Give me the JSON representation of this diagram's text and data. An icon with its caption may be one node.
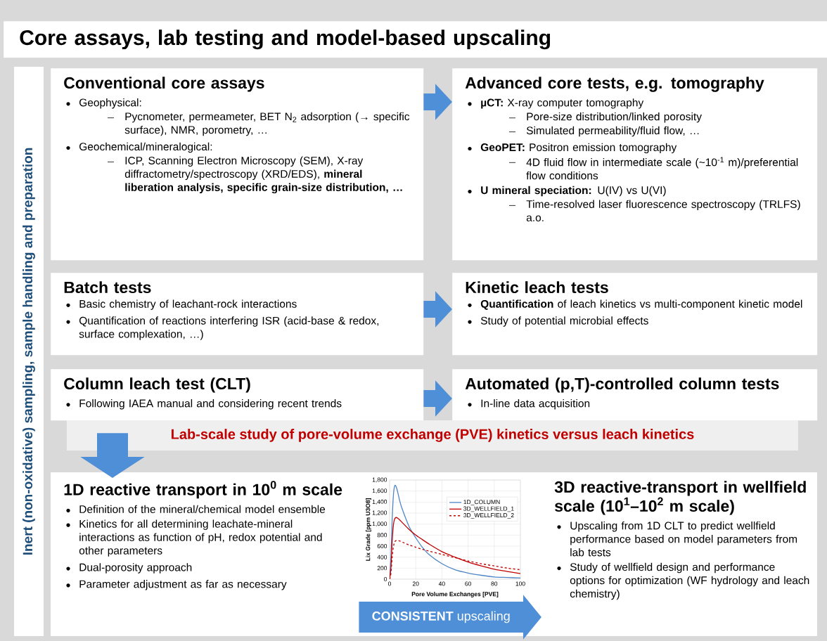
{
  "diagram": {
    "title": "Core assays, lab testing and model-based upscaling",
    "nodes": [
      {
        "text": [
          "Inert (non-oxidative) sampling, sample handling and preparation"
        ]
      },
      {
        "text": [
          "Conventional core assays",
          "Geophysical:",
          "Pycnometer, permeameter, BET N$_{2}$ adsorption (→ specific surface), NMR, porometry, …",
          "Geochemical/mineralogical:",
          "ICP, Scanning Electron Microscopy (SEM), X-ray diffractometry/spectroscopy (XRD/EDS), **mineral liberation analysis, specific grain-size distribution, …**"
        ]
      },
      {
        "text": [
          "Advanced core tests, e.g. tomography",
          "**µCT:** X-ray computer tomography",
          "Pore-size distribution/linked porosity",
          "Simulated permeability/fluid flow, …",
          "**GeoPET:** Positron emission tomography",
          "4D fluid flow in intermediate scale (~10$^{-1}$ m)/preferential flow conditions",
          "**U mineral speciation:** U(IV) vs U(VI)",
          "Time-resolved laser fluorescence spectroscopy (TRLFS) a.o."
        ]
      },
      {
        "text": [
          "Batch tests",
          "Basic chemistry of leachant-rock interactions",
          "Quantification of reactions interfering ISR (acid-base & redox, surface complexation, …)"
        ]
      },
      {
        "text": [
          "Kinetic leach tests",
          "**Quantification** of leach kinetics vs multi-component kinetic model",
          "Study of potential microbial effects"
        ]
      },
      {
        "text": [
          "Column leach test (CLT)",
          "Following IAEA manual and considering recent trends"
        ]
      },
      {
        "text": [
          "Automated (p,T)-controlled column tests",
          "In-line data acquisition"
        ]
      },
      {
        "text": [
          "Lab-scale study of pore-volume exchange (PVE) kinetics versus leach kinetics"
        ]
      },
      {
        "text": [
          "1D reactive transport in 10$^{0}$ m scale",
          "Definition of the mineral/chemical model ensemble",
          "Kinetics for all determining leachate-mineral interactions as function of pH, redox potential and other parameters",
          "Dual-porosity approach",
          "Parameter adjustment as far as necessary"
        ]
      },
      {
        "text": [
          "3D reactive-transport in wellfield scale (10$^{1}$–10$^{2}$ m scale)",
          "Upscaling from 1D CLT to predict wellfield performance based on model parameters from lab tests",
          "Study of wellfield design and performance options for optimization (WF hydrology and leach chemistry)"
        ]
      }
    ],
    "edges": [
      {
        "from": 1,
        "to": 2,
        "arrow": "to"
      },
      {
        "from": 3,
        "to": 4,
        "arrow": "to"
      },
      {
        "from": 5,
        "to": 6,
        "arrow": "to"
      },
      {
        "from": 7,
        "to": 8,
        "arrow": "to",
        "style": "thick"
      },
      {
        "from": 8,
        "to": 9,
        "arrow": "to",
        "style": "thick",
        "label": "**CONSISTENT** upscaling"
      }
    ],
    "chart_data": {
      "type": "line",
      "xlabel": "Pore Volume Exchanges [PVE]",
      "ylabel": "Lix Grade [ppm U3O8]",
      "x": [
        0,
        1,
        2,
        3,
        4,
        5,
        6,
        8,
        10,
        15,
        20,
        25,
        30,
        40,
        50,
        60,
        70,
        80,
        90,
        100
      ],
      "series": [
        {
          "name": "1D_COLUMN",
          "color": "#4f86c6",
          "values": [
            0,
            400,
            1100,
            1550,
            1700,
            1680,
            1600,
            1400,
            1250,
            950,
            750,
            580,
            450,
            280,
            170,
            110,
            70,
            40,
            30,
            20
          ]
        },
        {
          "name": "3D_WELLFIELD_1",
          "color": "#c00000",
          "values": [
            0,
            200,
            700,
            1000,
            1100,
            1120,
            1110,
            1070,
            1020,
            900,
            800,
            720,
            640,
            500,
            400,
            310,
            240,
            180,
            140,
            100
          ]
        },
        {
          "name": "3D_WELLFIELD_2",
          "color": "#c00000",
          "line_style": "dashed",
          "values": [
            0,
            100,
            400,
            600,
            680,
            700,
            700,
            690,
            670,
            620,
            580,
            540,
            510,
            450,
            390,
            330,
            280,
            240,
            200,
            170
          ]
        }
      ],
      "grid": true,
      "legend": "upper right",
      "xlim": [
        0,
        100
      ],
      "ylim": [
        0,
        1800
      ],
      "xticks": [
        0,
        20,
        40,
        60,
        80,
        100
      ],
      "yticks": [
        0,
        200,
        400,
        600,
        800,
        {
          "value": 1000,
          "label": "1,000"
        },
        {
          "value": 1200,
          "label": "1,200"
        },
        {
          "value": 1400,
          "label": "1,400"
        },
        {
          "value": 1600,
          "label": "1,600"
        },
        {
          "value": 1800,
          "label": "1,800"
        }
      ]
    }
  }
}
